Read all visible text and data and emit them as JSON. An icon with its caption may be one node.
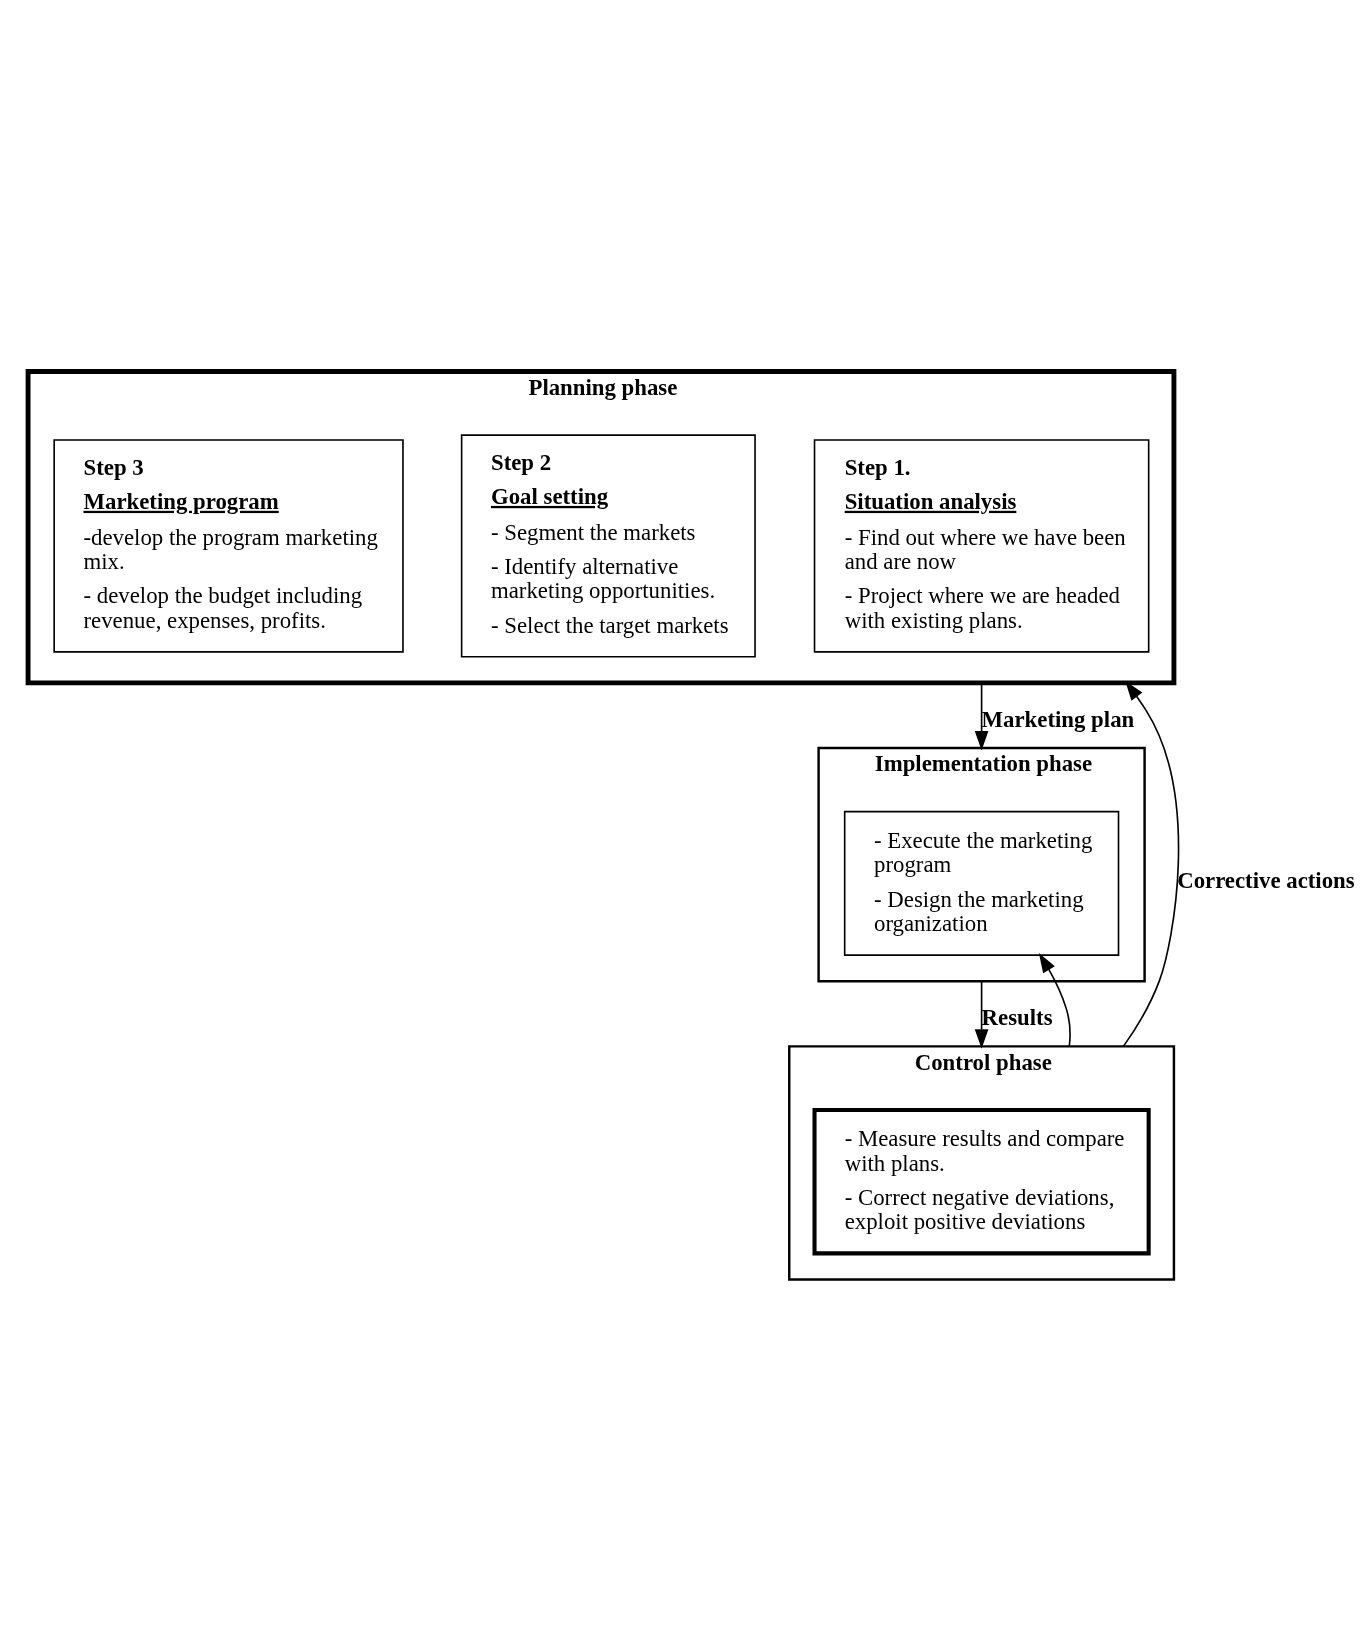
{
  "diagram": {
    "nodes": [
      {
        "text": [
          "Planning phase"
        ]
      },
      {
        "text": [
          "Step 1.",
          "Situation analysis",
          "- Find out where we have been and are now",
          "- Project where we are headed with existing plans."
        ],
        "in": 0
      },
      {
        "text": [
          "Step 2",
          "Goal setting",
          "- Segment the markets",
          "- Identify alternative marketing opportunities.",
          "- Select the target markets"
        ],
        "in": 0
      },
      {
        "text": [
          "Step 3",
          "Marketing program",
          "-develop the program marketing mix.",
          "- develop the budget including revenue, expenses, profits."
        ],
        "in": 0
      },
      {
        "text": [
          "Implementation phase"
        ]
      },
      {
        "text": [
          "- Execute the marketing program",
          "- Design the marketing organization"
        ],
        "in": 4
      },
      {
        "text": [
          "Control phase"
        ]
      },
      {
        "text": [
          "- Measure results and compare with plans.",
          "- Correct negative deviations, exploit positive deviations"
        ],
        "in": 6
      }
    ],
    "edges": [
      {
        "from": 0,
        "to": 4,
        "arrow": "to",
        "label": "Marketing plan"
      },
      {
        "from": 4,
        "to": 6,
        "arrow": "to",
        "label": "Results"
      },
      {
        "from": 6,
        "to": 0,
        "arrow": "to",
        "label": "Corrective actions"
      },
      {
        "from": 6,
        "to": 5,
        "arrow": "to"
      }
    ]
  }
}
